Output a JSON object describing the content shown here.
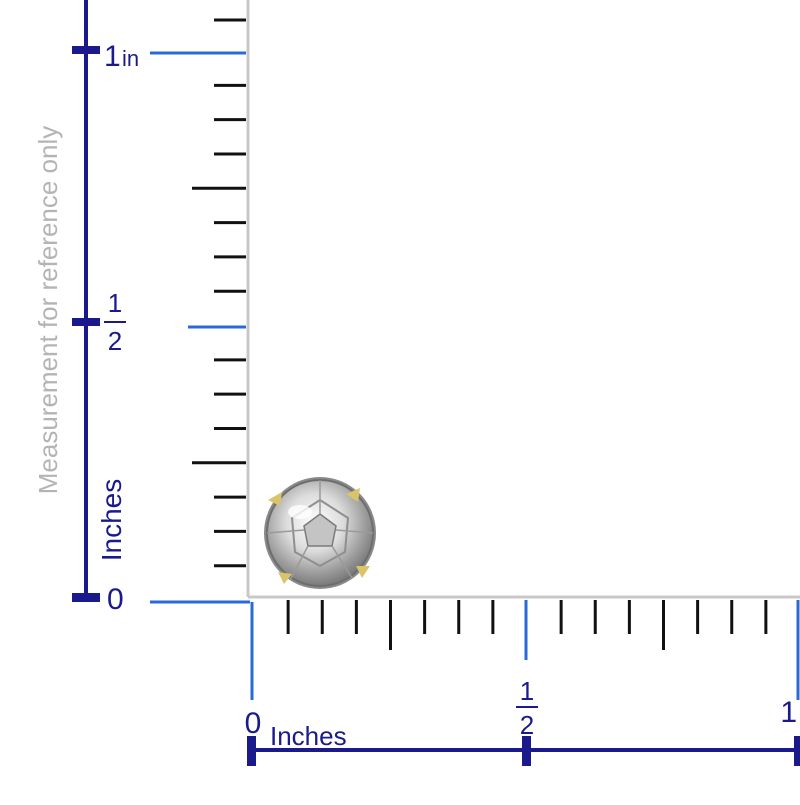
{
  "watermark": "Measurement for reference only",
  "vertical_scale": {
    "unit_label": "Inches",
    "label_zero": "0",
    "label_half_num": "1",
    "label_half_den": "2",
    "label_one": "1",
    "label_one_unit": "in"
  },
  "horizontal_scale": {
    "unit_label": "Inches",
    "label_zero": "0",
    "label_half_num": "1",
    "label_half_den": "2",
    "label_one": "1"
  },
  "colors": {
    "scale_navy": "#1a1a8c",
    "guide_blue": "#2a6ad8",
    "tick_black": "#111111",
    "border_gray": "#c8c8c8",
    "watermark_gray": "#b4b4b4",
    "prong_gold": "#d9c46a"
  },
  "product": {
    "icon": "round-stud-earring-icon"
  }
}
